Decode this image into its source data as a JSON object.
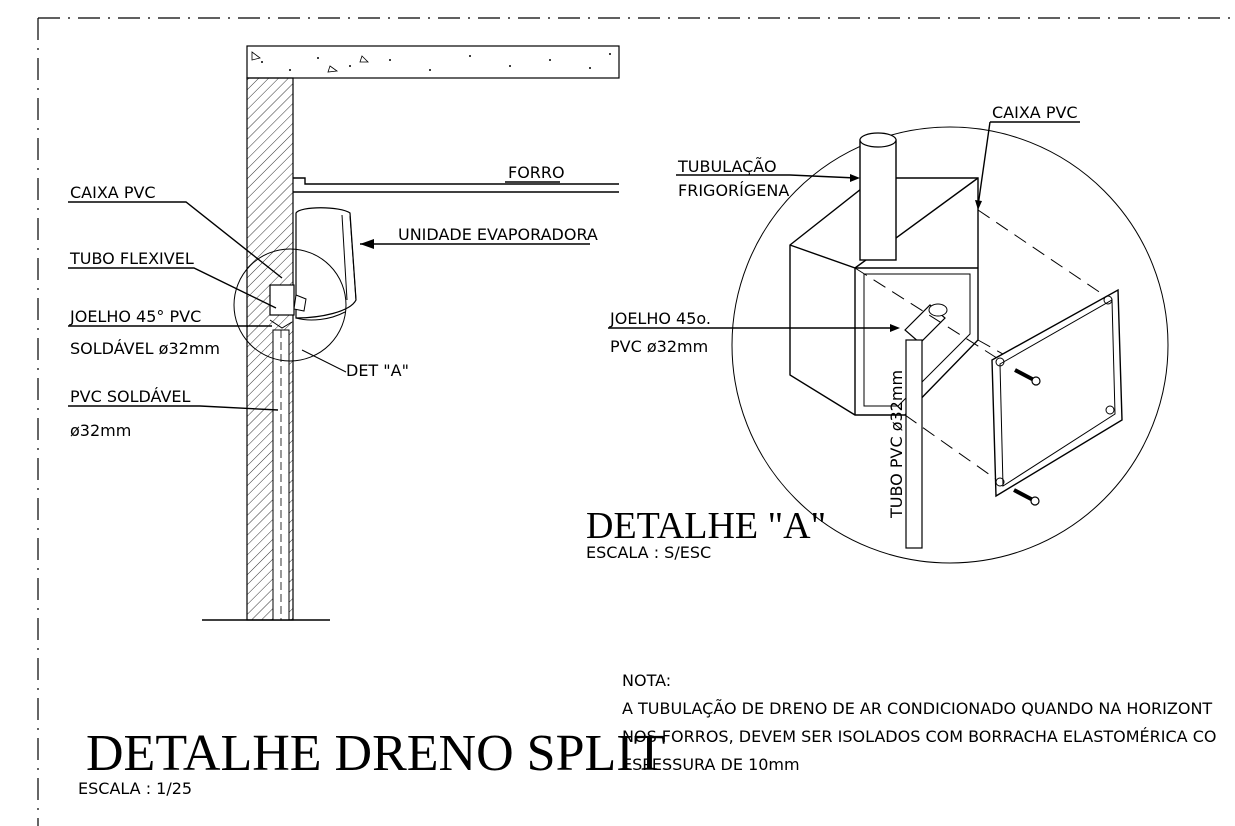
{
  "left_detail": {
    "labels": {
      "caixa_pvc": "CAIXA PVC",
      "tubo_flexivel": "TUBO FLEXIVEL",
      "joelho": "JOELHO 45° PVC",
      "soldavel": "SOLDÁVEL ø32mm",
      "pvc_soldavel": "PVC SOLDÁVEL",
      "diam": "ø32mm",
      "forro": "FORRO",
      "unidade": "UNIDADE EVAPORADORA",
      "det_a": "DET \"A\""
    },
    "title": "DETALHE DRENO SPLIT",
    "scale": "ESCALA :  1/25"
  },
  "right_detail": {
    "labels": {
      "caixa_pvc": "CAIXA PVC",
      "tubulacao_1": "TUBULAÇÃO",
      "tubulacao_2": "FRIGORÍGENA",
      "joelho_1": "JOELHO 45o.",
      "joelho_2": "PVC ø32mm",
      "tubo_pvc": "TUBO PVC ø32mm"
    },
    "title": "DETALHE \"A\"",
    "scale": "ESCALA :  S/ESC"
  },
  "note": {
    "heading": "NOTA:",
    "line1": "A TUBULAÇÃO DE DRENO DE AR CONDICIONADO QUANDO NA HORIZONT",
    "line2": "NOS FORROS, DEVEM SER ISOLADOS COM BORRACHA ELASTOMÉRICA CO",
    "line3": "ESPESSURA DE 10mm"
  }
}
